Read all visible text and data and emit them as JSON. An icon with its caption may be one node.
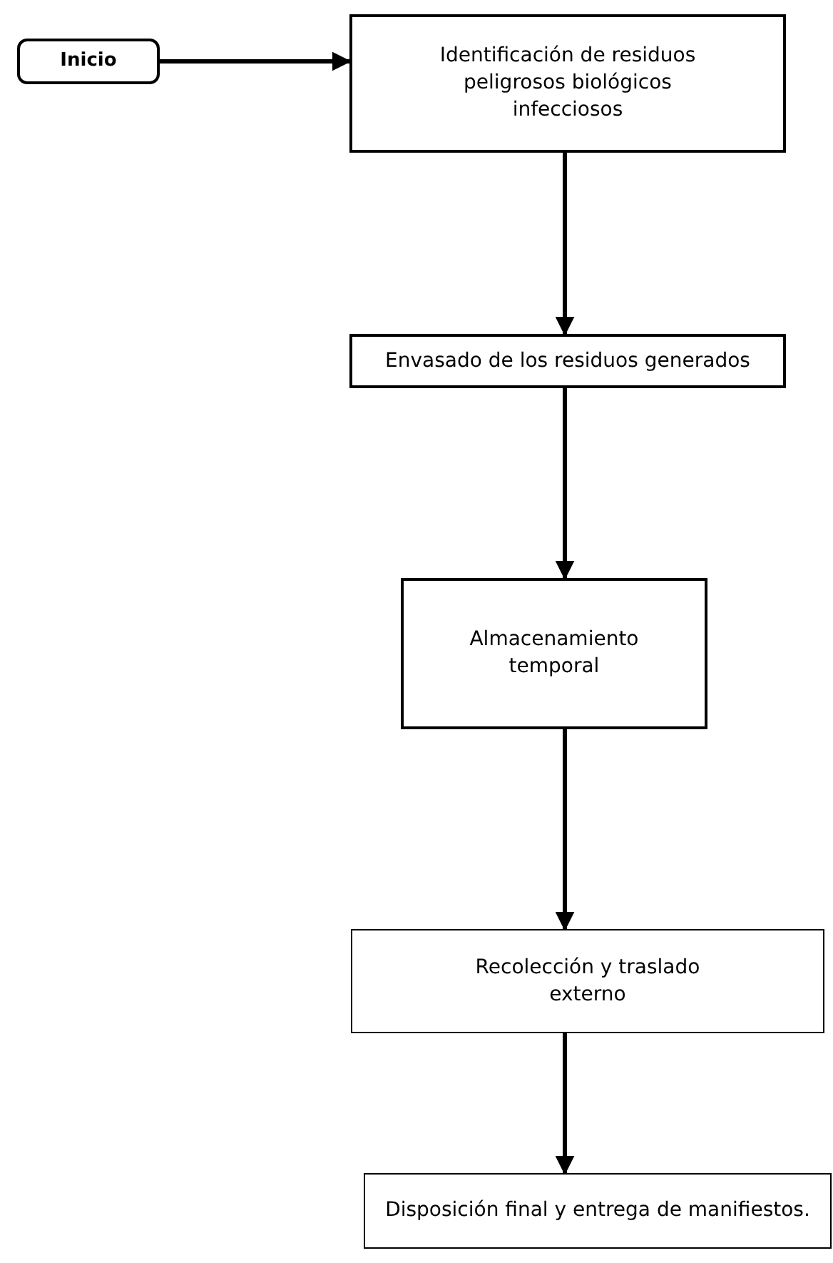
{
  "diagram": {
    "nodes": [
      {
        "text": [
          "Inicio"
        ]
      },
      {
        "text": [
          "Identificación de residuos peligrosos biológicos infecciosos"
        ]
      },
      {
        "text": [
          "Envasado de los residuos generados"
        ]
      },
      {
        "text": [
          "Almacenamiento temporal"
        ]
      },
      {
        "text": [
          "Recolección y traslado externo"
        ]
      },
      {
        "text": [
          "Disposición final y entrega de manifiestos."
        ]
      }
    ],
    "edges": [
      {
        "from": 0,
        "to": 1,
        "arrow": "to"
      },
      {
        "from": 1,
        "to": 2,
        "arrow": "to"
      },
      {
        "from": 2,
        "to": 3,
        "arrow": "to"
      },
      {
        "from": 3,
        "to": 4,
        "arrow": "to"
      },
      {
        "from": 4,
        "to": 5,
        "arrow": "to"
      }
    ]
  }
}
